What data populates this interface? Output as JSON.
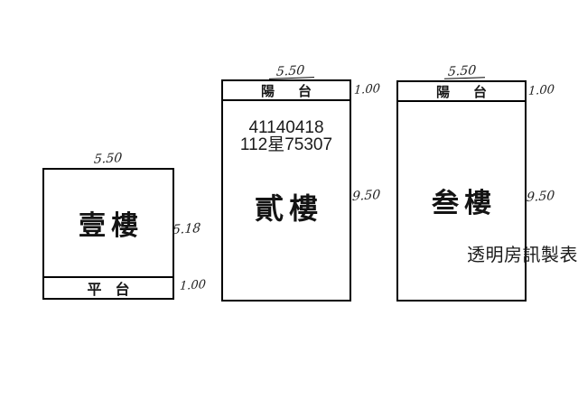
{
  "diagram_title": "building-floor-plan",
  "colors": {
    "background": "#ffffff",
    "line": "#000000",
    "text": "#111111",
    "credit_text": "#1c1c1c"
  },
  "units": {
    "first_floor": {
      "name": "壹樓",
      "platform_label": "平台",
      "width_dim": "5.50",
      "height_dim": "5.18",
      "platform_height_dim": "1.00"
    },
    "second_floor": {
      "name": "貳樓",
      "balcony_label": "陽台",
      "registration_line1": "41140418",
      "registration_line2": "112星75307",
      "width_dim": "5.50",
      "balcony_height_dim": "1.00",
      "height_dim": "9.50"
    },
    "third_floor": {
      "name": "叁樓",
      "balcony_label": "陽台",
      "width_dim": "5.50",
      "balcony_height_dim": "1.00",
      "height_dim": "9.50"
    }
  },
  "credit": "透明房訊製表"
}
